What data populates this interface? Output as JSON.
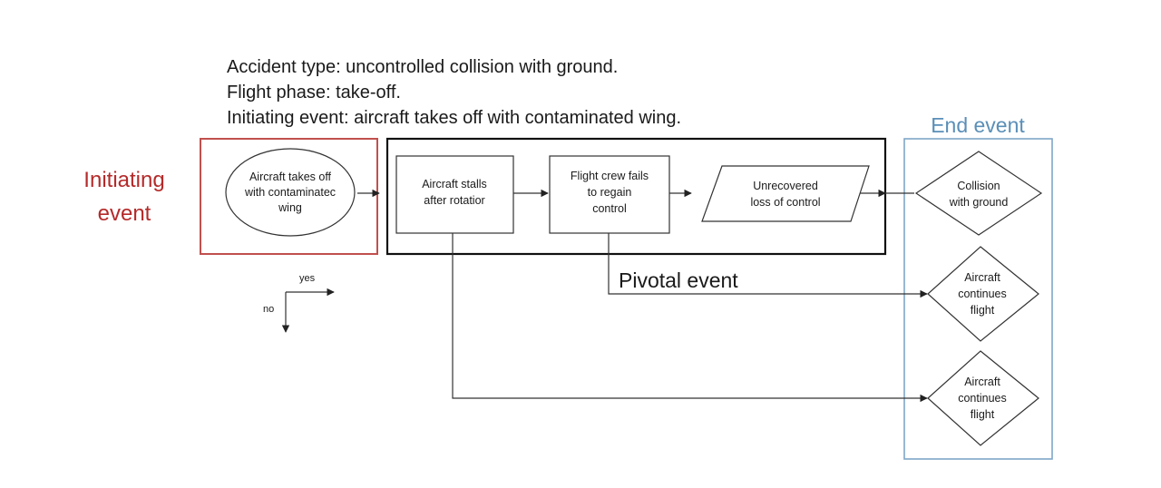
{
  "header_lines": [
    "Accident type: uncontrolled collision with ground.",
    "Flight phase: take-off.",
    "Initiating event: aircraft takes off with contaminated wing."
  ],
  "group_labels": {
    "initiating_line1": "Initiating",
    "initiating_line2": "event",
    "end": "End event",
    "pivotal": "Pivotal event"
  },
  "nodes": {
    "initiating": [
      "Aircraft takes off",
      "with contaminatec",
      "wing"
    ],
    "stall": [
      "Aircraft stalls",
      "after rotatior"
    ],
    "crew": [
      "Flight crew fails",
      "to regain",
      "control"
    ],
    "loss": [
      "Unrecovered",
      "loss of control"
    ],
    "collision": [
      "Collision",
      "with ground"
    ],
    "continue1": [
      "Aircraft",
      "continues",
      "flight"
    ],
    "continue2": [
      "Aircraft",
      "continues",
      "flight"
    ]
  },
  "legend": {
    "yes": "yes",
    "no": "no"
  },
  "colors": {
    "initiating": "#c0504d",
    "end": "#7ea6c8",
    "pivotal": "#111111",
    "line": "#333333"
  }
}
